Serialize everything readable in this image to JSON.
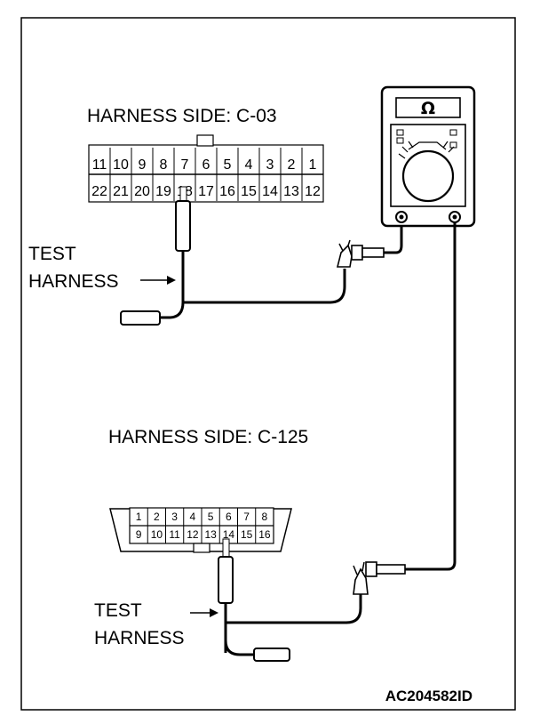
{
  "connector_top": {
    "title": "HARNESS SIDE: C-03",
    "row1": [
      "11",
      "10",
      "9",
      "8",
      "7",
      "6",
      "5",
      "4",
      "3",
      "2",
      "1"
    ],
    "row2": [
      "22",
      "21",
      "20",
      "19",
      "18",
      "17",
      "16",
      "15",
      "14",
      "13",
      "12"
    ]
  },
  "connector_bottom": {
    "title": "HARNESS SIDE: C-125",
    "row1": [
      "1",
      "2",
      "3",
      "4",
      "5",
      "6",
      "7",
      "8"
    ],
    "row2": [
      "9",
      "10",
      "11",
      "12",
      "13",
      "14",
      "15",
      "16"
    ]
  },
  "test_harness_top": {
    "line1": "TEST",
    "line2": "HARNESS"
  },
  "test_harness_bottom": {
    "line1": "TEST",
    "line2": "HARNESS"
  },
  "meter": {
    "symbol": "Ω",
    "icon": "ohmmeter-icon"
  },
  "figure_id": "AC204582ID"
}
